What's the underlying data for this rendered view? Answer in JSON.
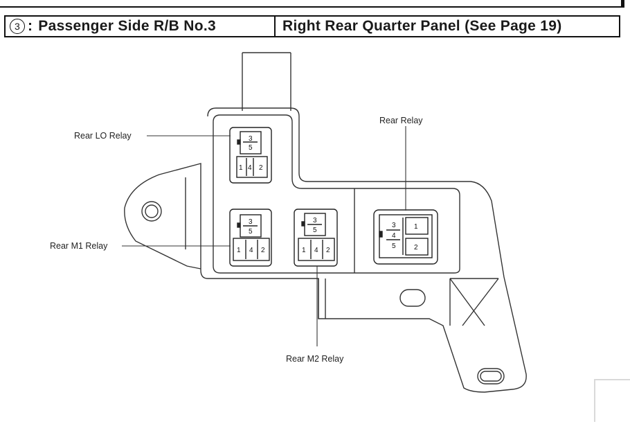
{
  "header": {
    "section_number": "3",
    "separator": ":",
    "title": "Passenger Side R/B No.3",
    "location": "Right Rear Quarter Panel (See Page 19)"
  },
  "relays": [
    {
      "label": "Rear LO Relay",
      "pins_top": [
        "3",
        "5"
      ],
      "pins_bottom": [
        "1",
        "4",
        "2"
      ]
    },
    {
      "label": "Rear M1 Relay",
      "pins_top": [
        "3",
        "5"
      ],
      "pins_bottom": [
        "1",
        "4",
        "2"
      ]
    },
    {
      "label": "Rear M2 Relay",
      "pins_top": [
        "3",
        "5"
      ],
      "pins_bottom": [
        "1",
        "4",
        "2"
      ]
    },
    {
      "label": "Rear Relay",
      "pins_left": [
        "3",
        "4",
        "5"
      ],
      "pins_right": [
        "1",
        "2"
      ]
    }
  ]
}
